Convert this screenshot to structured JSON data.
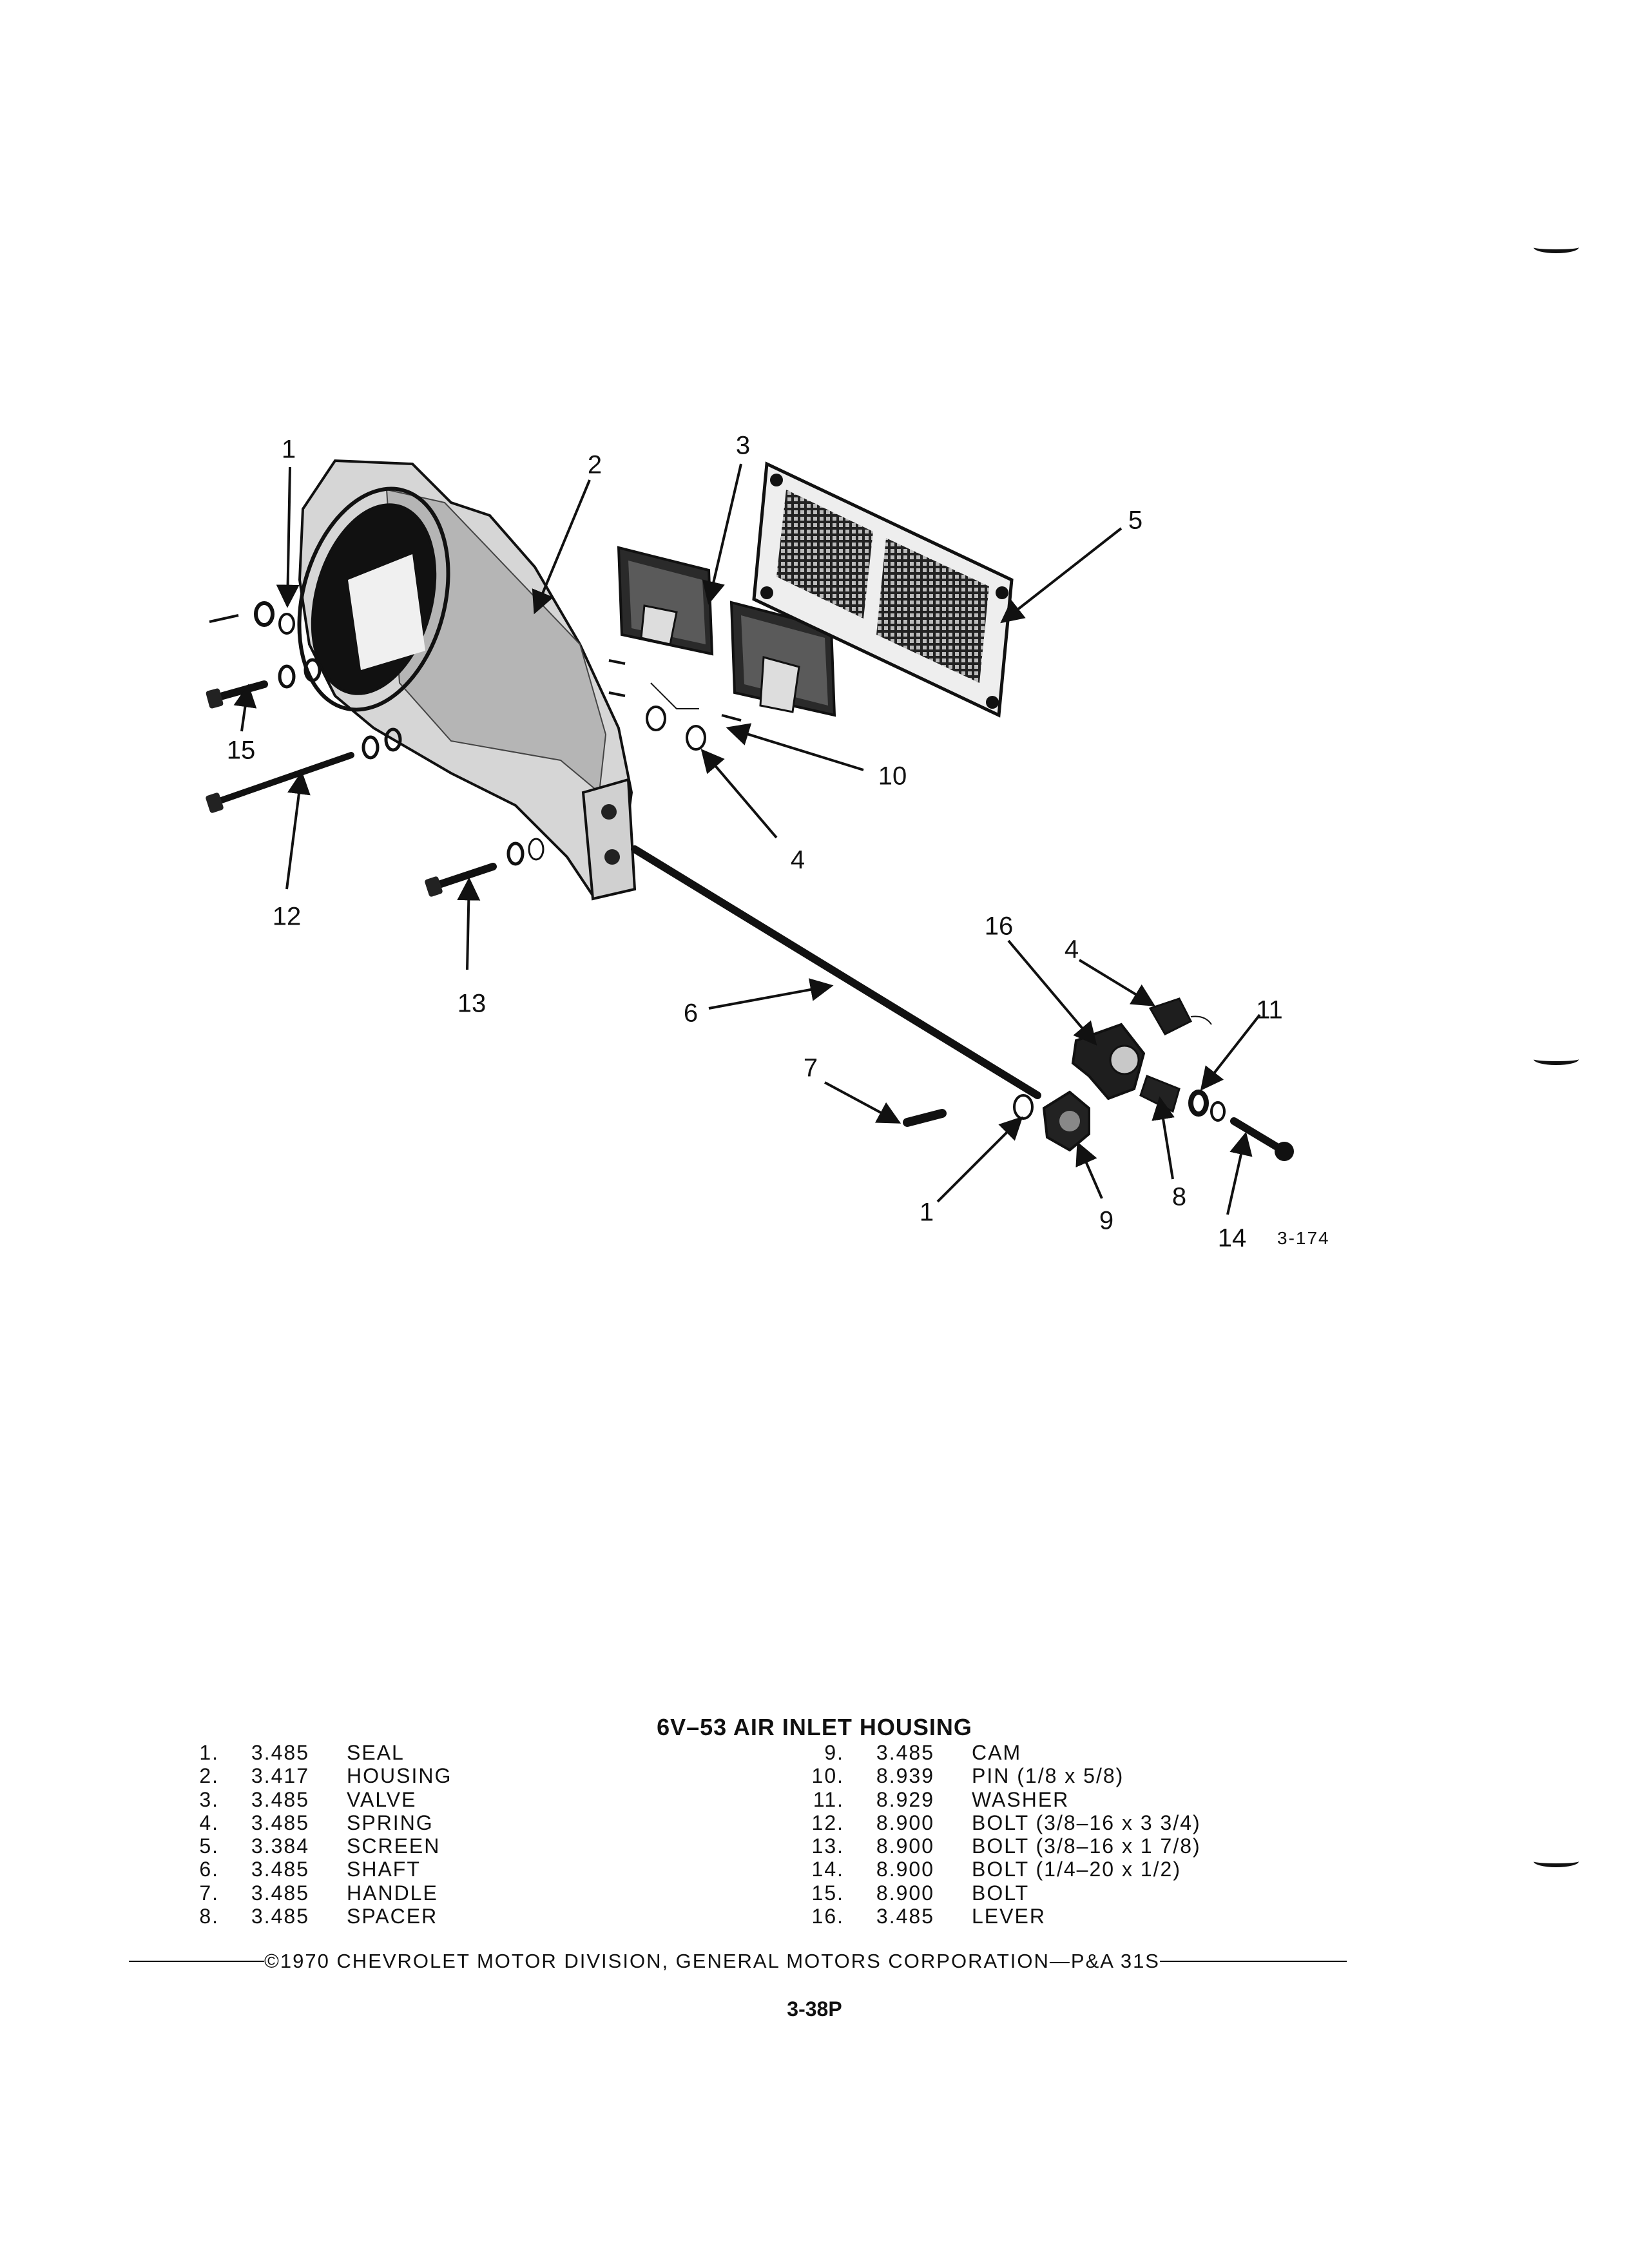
{
  "diagram": {
    "callouts": [
      {
        "id": "c1a",
        "label": "1"
      },
      {
        "id": "c2",
        "label": "2"
      },
      {
        "id": "c3",
        "label": "3"
      },
      {
        "id": "c5",
        "label": "5"
      },
      {
        "id": "c15",
        "label": "15"
      },
      {
        "id": "c10",
        "label": "10"
      },
      {
        "id": "c4a",
        "label": "4"
      },
      {
        "id": "c12",
        "label": "12"
      },
      {
        "id": "c13",
        "label": "13"
      },
      {
        "id": "c16",
        "label": "16"
      },
      {
        "id": "c4b",
        "label": "4"
      },
      {
        "id": "c11",
        "label": "11"
      },
      {
        "id": "c6",
        "label": "6"
      },
      {
        "id": "c7",
        "label": "7"
      },
      {
        "id": "c8",
        "label": "8"
      },
      {
        "id": "c1b",
        "label": "1"
      },
      {
        "id": "c9",
        "label": "9"
      },
      {
        "id": "c14",
        "label": "14"
      }
    ],
    "figure_ref": "3-174"
  },
  "title": "6V–53 AIR INLET HOUSING",
  "parts_left": [
    {
      "num": "1.",
      "code": "3.485",
      "desc": "SEAL"
    },
    {
      "num": "2.",
      "code": "3.417",
      "desc": "HOUSING"
    },
    {
      "num": "3.",
      "code": "3.485",
      "desc": "VALVE"
    },
    {
      "num": "4.",
      "code": "3.485",
      "desc": "SPRING"
    },
    {
      "num": "5.",
      "code": "3.384",
      "desc": "SCREEN"
    },
    {
      "num": "6.",
      "code": "3.485",
      "desc": "SHAFT"
    },
    {
      "num": "7.",
      "code": "3.485",
      "desc": "HANDLE"
    },
    {
      "num": "8.",
      "code": "3.485",
      "desc": "SPACER"
    }
  ],
  "parts_right": [
    {
      "num": "9.",
      "code": "3.485",
      "desc": "CAM"
    },
    {
      "num": "10.",
      "code": "8.939",
      "desc": "PIN (1/8 x 5/8)"
    },
    {
      "num": "11.",
      "code": "8.929",
      "desc": "WASHER"
    },
    {
      "num": "12.",
      "code": "8.900",
      "desc": "BOLT (3/8–16 x 3 3/4)"
    },
    {
      "num": "13.",
      "code": "8.900",
      "desc": "BOLT (3/8–16 x 1 7/8)"
    },
    {
      "num": "14.",
      "code": "8.900",
      "desc": "BOLT (1/4–20 x 1/2)"
    },
    {
      "num": "15.",
      "code": "8.900",
      "desc": "BOLT"
    },
    {
      "num": "16.",
      "code": "3.485",
      "desc": "LEVER"
    }
  ],
  "footer": "©1970 CHEVROLET MOTOR DIVISION, GENERAL MOTORS CORPORATION—P&A 31S",
  "page_number": "3-38P"
}
